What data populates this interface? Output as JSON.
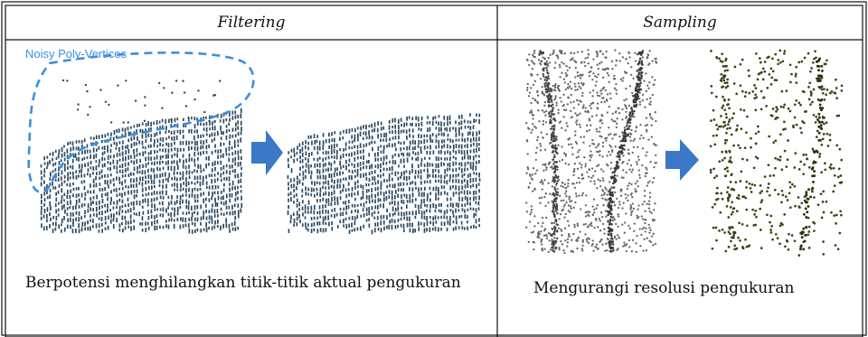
{
  "left_panel": {
    "title": "Filtering",
    "annotation": "Noisy Poly-Vertices",
    "caption": "Berpotensi menghilangkan titik-titik aktual pengukuran"
  },
  "right_panel": {
    "title": "Sampling",
    "caption": "Mengurangi resolusi pengukuran"
  },
  "colors": {
    "border": "#111111",
    "point_dark": "#2d4a60",
    "point_gray": "#555555",
    "point_olive": "#3b4416",
    "arrow": "#3b78c8",
    "annotation": "#3b8fe0"
  }
}
